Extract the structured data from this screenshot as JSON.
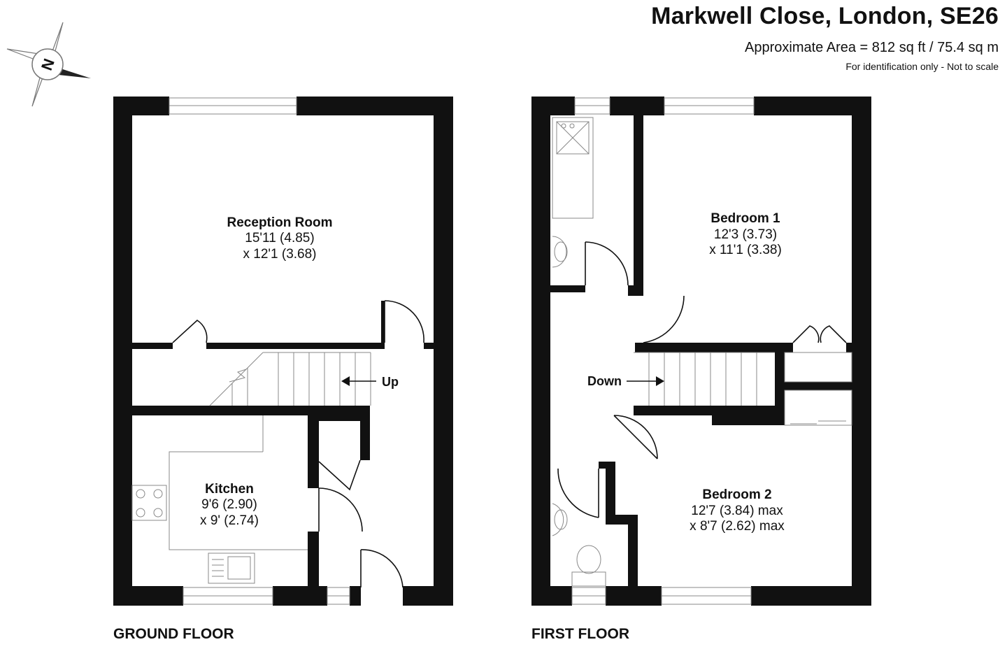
{
  "header": {
    "title": "Markwell Close, London, SE26",
    "area": "Approximate Area = 812 sq ft / 75.4 sq m",
    "note": "For identification only - Not to scale"
  },
  "compass": {
    "letter": "N"
  },
  "ground_floor": {
    "label": "GROUND FLOOR",
    "stairs_label": "Up",
    "rooms": [
      {
        "name": "Reception Room",
        "dim1": "15'11 (4.85)",
        "dim2": "x 12'1 (3.68)"
      },
      {
        "name": "Kitchen",
        "dim1": "9'6 (2.90)",
        "dim2": "x 9' (2.74)"
      }
    ]
  },
  "first_floor": {
    "label": "FIRST FLOOR",
    "stairs_label": "Down",
    "rooms": [
      {
        "name": "Bedroom 1",
        "dim1": "12'3 (3.73)",
        "dim2": "x 11'1 (3.38)"
      },
      {
        "name": "Bedroom 2",
        "dim1": "12'7 (3.84) max",
        "dim2": "x 8'7 (2.62) max"
      }
    ]
  },
  "colors": {
    "wall": "#111111",
    "fixture_line": "#888888",
    "text": "#111111"
  }
}
